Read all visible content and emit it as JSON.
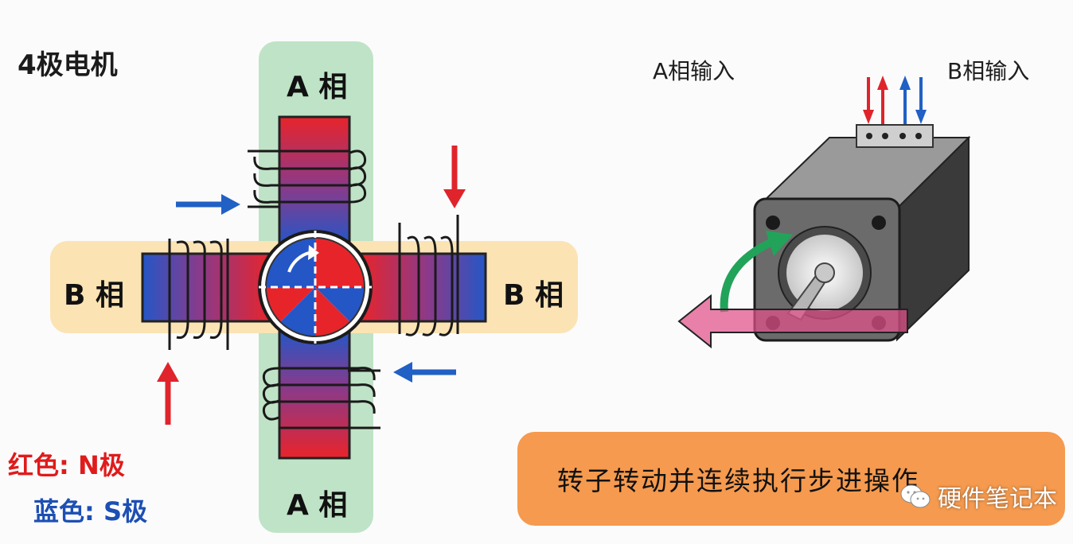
{
  "diagram": {
    "title": "4极电机",
    "phase_a_top": "A 相",
    "phase_a_bottom": "A 相",
    "phase_b_left": "B 相",
    "phase_b_right": "B 相",
    "legend_n": "红色: N极",
    "legend_s": "蓝色: S极",
    "input_a": "A相输入",
    "input_b": "B相输入",
    "caption": "转子转动并连续执行步进操作",
    "watermark": "硬件笔记本",
    "colors": {
      "north": "#e8242b",
      "south": "#2556c6",
      "a_band": "#bfe3c6",
      "b_band": "#fbe3b4",
      "banner": "#f59a4e",
      "motor_body": "#555555",
      "rotate_arrow": "#22a35a",
      "direction_arrow": "#e0508a"
    }
  }
}
